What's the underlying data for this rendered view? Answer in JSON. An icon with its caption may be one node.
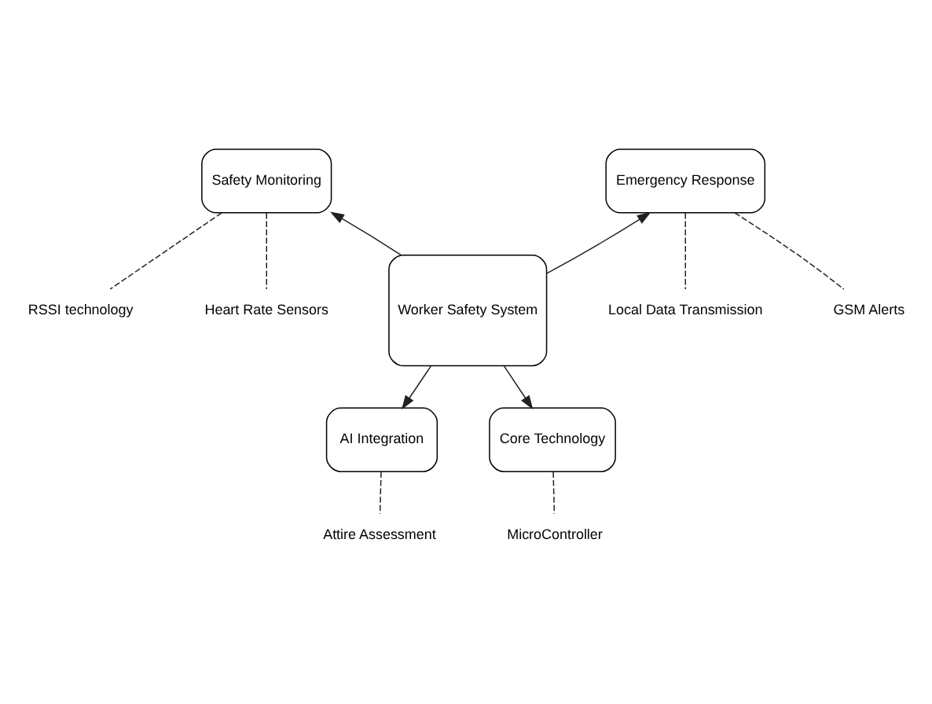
{
  "diagram": {
    "nodes": [
      {
        "text": [
          "Worker Safety System"
        ]
      },
      {
        "text": [
          "Safety Monitoring"
        ]
      },
      {
        "text": [
          "Emergency Response"
        ]
      },
      {
        "text": [
          "AI Integration"
        ]
      },
      {
        "text": [
          "Core Technology"
        ]
      },
      {
        "text": [
          "RSSI technology"
        ]
      },
      {
        "text": [
          "Heart Rate Sensors"
        ]
      },
      {
        "text": [
          "Local Data Transmission"
        ]
      },
      {
        "text": [
          "GSM Alerts"
        ]
      },
      {
        "text": [
          "Attire Assessment"
        ]
      },
      {
        "text": [
          "MicroController"
        ]
      }
    ],
    "edges": [
      {
        "from": 0,
        "to": 1,
        "arrow": "to"
      },
      {
        "from": 0,
        "to": 2,
        "arrow": "to"
      },
      {
        "from": 0,
        "to": 3,
        "arrow": "to"
      },
      {
        "from": 0,
        "to": 4,
        "arrow": "to"
      },
      {
        "from": 1,
        "to": 5,
        "arrow": "none",
        "style": "dashed"
      },
      {
        "from": 1,
        "to": 6,
        "arrow": "none",
        "style": "dashed"
      },
      {
        "from": 2,
        "to": 7,
        "arrow": "none",
        "style": "dashed"
      },
      {
        "from": 2,
        "to": 8,
        "arrow": "none",
        "style": "dashed"
      },
      {
        "from": 3,
        "to": 9,
        "arrow": "none",
        "style": "dashed"
      },
      {
        "from": 4,
        "to": 10,
        "arrow": "none",
        "style": "dashed"
      }
    ]
  }
}
